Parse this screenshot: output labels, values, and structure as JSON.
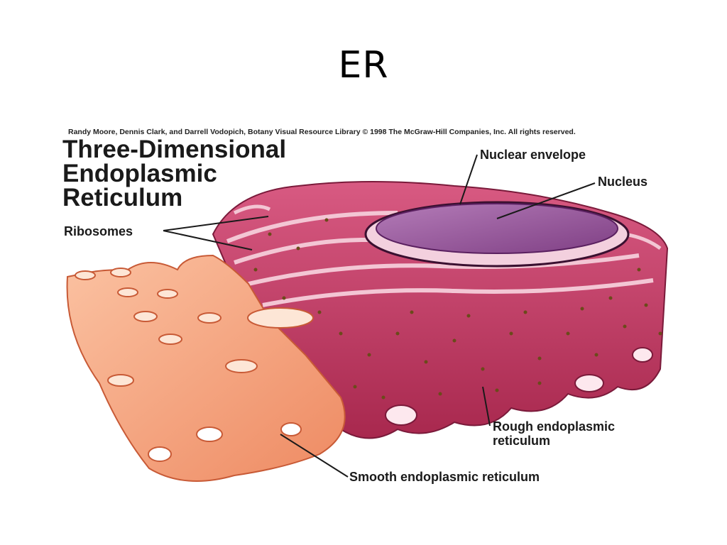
{
  "slide": {
    "title": "ER"
  },
  "figure": {
    "credit": "Randy Moore, Dennis Clark, and Darrell Vodopich, Botany Visual Resource Library © 1998 The McGraw-Hill Companies, Inc. All rights reserved.",
    "title_lines": [
      "Three-Dimensional",
      "Endoplasmic",
      "Reticulum"
    ],
    "labels": {
      "nuclear_envelope": "Nuclear envelope",
      "nucleus": "Nucleus",
      "ribosomes": "Ribosomes",
      "rough_er_line1": "Rough endoplasmic",
      "rough_er_line2": "reticulum",
      "smooth_er": "Smooth endoplasmic reticulum"
    },
    "colors": {
      "rough_er": "#b8325a",
      "rough_er_light": "#d85a82",
      "smooth_er": "#f4a07a",
      "smooth_er_light": "#fbd0b8",
      "nucleus": "#9b5a9e",
      "ribosome": "#6b4a1a"
    }
  }
}
